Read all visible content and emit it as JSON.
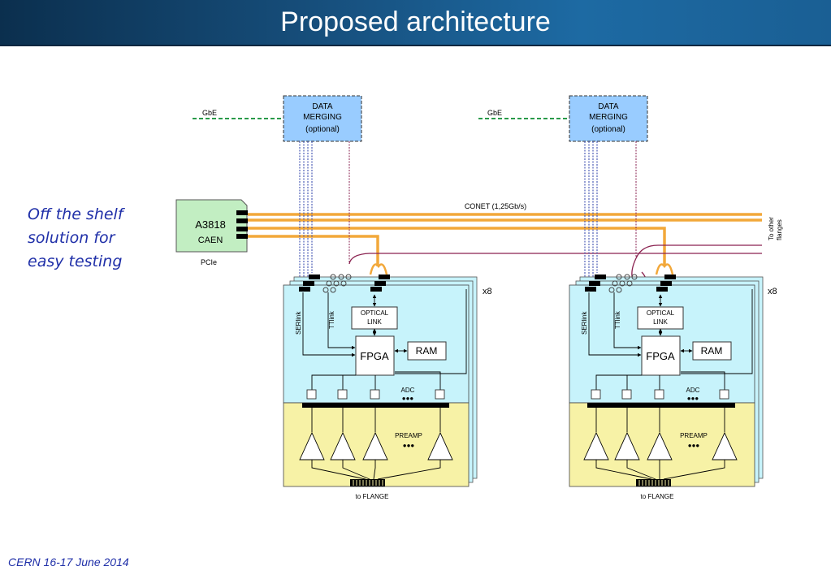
{
  "title": "Proposed architecture",
  "note_lines": [
    "Off the shelf",
    "solution for",
    "easy testing"
  ],
  "footer": "CERN 16-17 June 2014",
  "diagram": {
    "gbe": "GbE",
    "merging_lines": [
      "DATA",
      "MERGING",
      "(optional)"
    ],
    "conet": "CONET  (1,25Gb/s)",
    "to_other_lines": [
      "To other",
      "flanges"
    ],
    "controller_name": "A3818",
    "controller_vendor": "CAEN",
    "controller_bus": "PCIe",
    "multiplicity": "x8",
    "serlink": "SERlink",
    "ttlink": "TTlink",
    "optical_lines": [
      "OPTICAL",
      "LINK"
    ],
    "fpga": "FPGA",
    "ram": "RAM",
    "adc": "ADC",
    "preamp": "PREAMP",
    "dots": "●●●",
    "flange": "to FLANGE"
  },
  "colors": {
    "title_bar": "#17507e",
    "note_text": "#1f2fa8",
    "board_top": "#c7f3fb",
    "board_bottom": "#f7f2a6",
    "merging_fill": "#99ccff",
    "controller_fill": "#c2eec2",
    "conet_orange": "#f2a83a",
    "gbe_green": "#2a9a4a",
    "serlink_blue": "#2b3fa8",
    "ttlink_maroon": "#8a2250"
  }
}
